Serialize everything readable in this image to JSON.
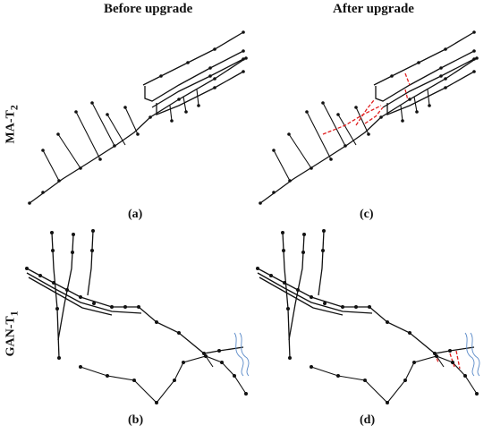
{
  "columns": {
    "before": "Before upgrade",
    "after": "After upgrade"
  },
  "rows": {
    "top": {
      "main": "MA-T",
      "sub": "2"
    },
    "bottom": {
      "main": "GAN-T",
      "sub": "1"
    }
  },
  "panels": {
    "a": "(a)",
    "b": "(b)",
    "c": "(c)",
    "d": "(d)"
  },
  "colors": {
    "network": "#111111",
    "upgrade": "#e02020",
    "station": "#5a8ac8"
  }
}
